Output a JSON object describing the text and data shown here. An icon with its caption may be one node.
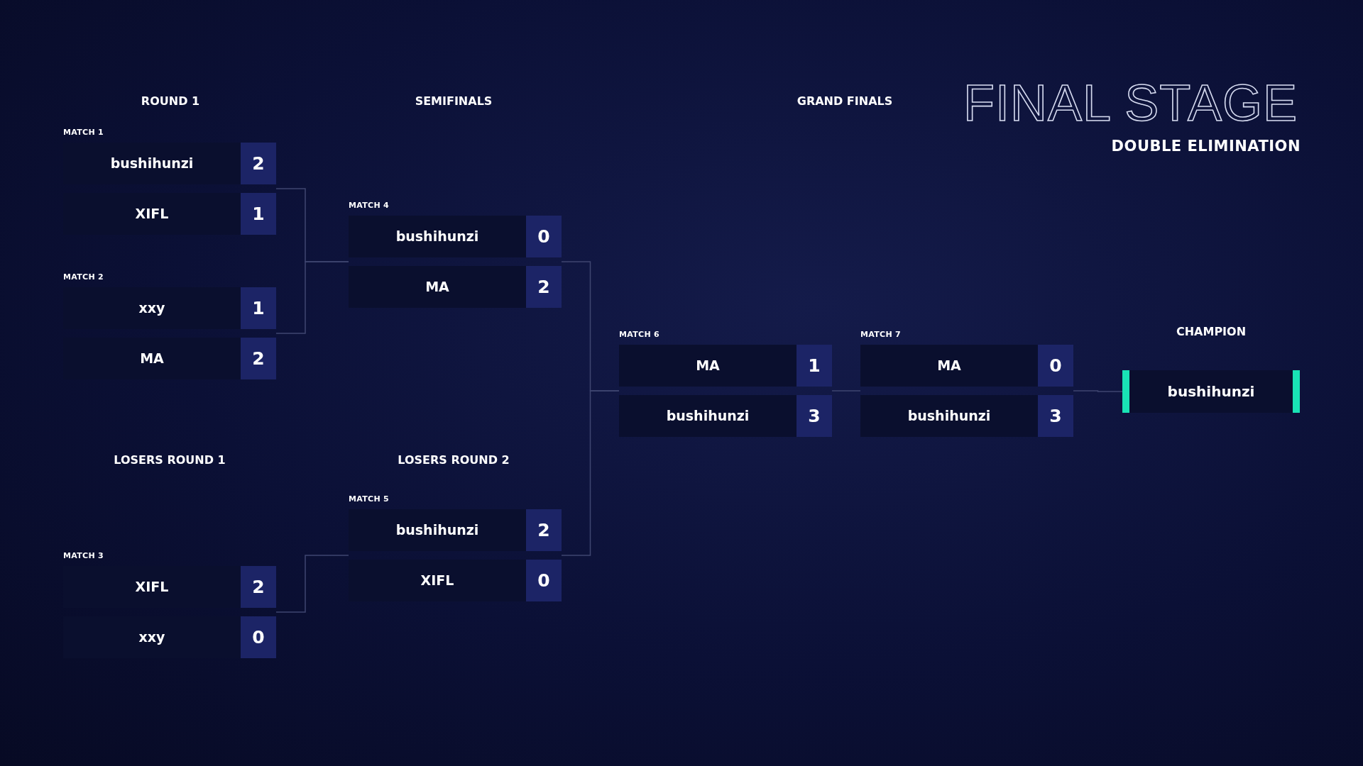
{
  "diagram": {
    "title": "FINAL STAGE",
    "nodes": [
      {
        "text": [
          "MATCH 1"
        ]
      },
      {
        "text": [
          "bushihunzi",
          "2"
        ],
        "in": 0
      },
      {
        "text": [
          "XIFL",
          "1"
        ],
        "in": 0
      },
      {
        "text": [
          "MATCH 2"
        ]
      },
      {
        "text": [
          "xxy",
          "1"
        ],
        "in": 3
      },
      {
        "text": [
          "MA",
          "2"
        ],
        "in": 3
      },
      {
        "text": [
          "MATCH 3"
        ]
      },
      {
        "text": [
          "XIFL",
          "2"
        ],
        "in": 6
      },
      {
        "text": [
          "xxy",
          "0"
        ],
        "in": 6
      },
      {
        "text": [
          "MATCH 4"
        ]
      },
      {
        "text": [
          "bushihunzi",
          "0"
        ],
        "in": 9
      },
      {
        "text": [
          "MA",
          "2"
        ],
        "in": 9
      },
      {
        "text": [
          "MATCH 5"
        ]
      },
      {
        "text": [
          "bushihunzi",
          "2"
        ],
        "in": 12
      },
      {
        "text": [
          "XIFL",
          "0"
        ],
        "in": 12
      },
      {
        "text": [
          "MATCH 6"
        ]
      },
      {
        "text": [
          "MA",
          "1"
        ],
        "in": 15
      },
      {
        "text": [
          "bushihunzi",
          "3"
        ],
        "in": 15
      },
      {
        "text": [
          "MATCH 7"
        ]
      },
      {
        "text": [
          "MA",
          "0"
        ],
        "in": 18
      },
      {
        "text": [
          "bushihunzi",
          "3"
        ],
        "in": 18
      },
      {
        "text": [
          "CHAMPION",
          "bushihunzi"
        ]
      }
    ],
    "edges": [
      {
        "from": 0,
        "to": 9,
        "arrow": "none"
      },
      {
        "from": 3,
        "to": 9,
        "arrow": "none"
      },
      {
        "from": 6,
        "to": 12,
        "arrow": "none"
      },
      {
        "from": 9,
        "to": 15,
        "arrow": "none"
      },
      {
        "from": 12,
        "to": 15,
        "arrow": "none"
      },
      {
        "from": 15,
        "to": 18,
        "arrow": "none"
      },
      {
        "from": 18,
        "to": 21,
        "arrow": "none"
      }
    ],
    "labels": [
      "ROUND 1",
      "SEMIFINALS",
      "GRAND FINALS",
      "DOUBLE ELIMINATION",
      "LOSERS ROUND 1",
      "LOSERS ROUND 2"
    ]
  }
}
